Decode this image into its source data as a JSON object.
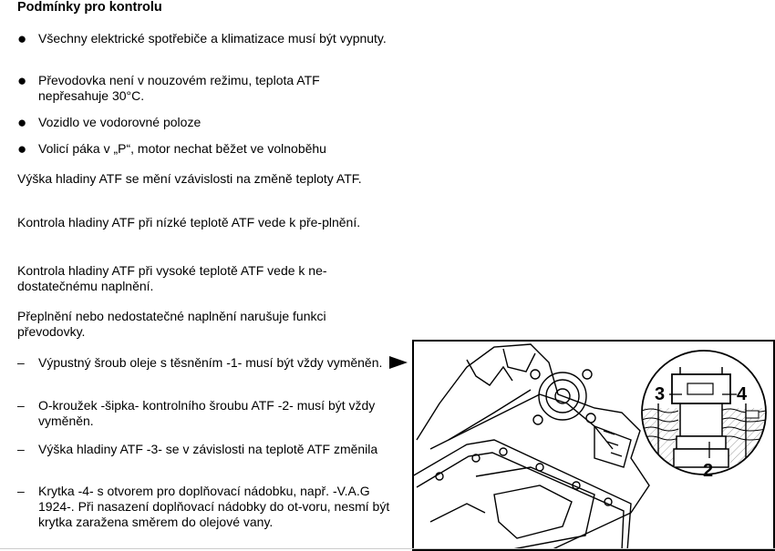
{
  "heading": "Podmínky pro kontrolu",
  "conditions": [
    "Všechny elektrické spotřebiče a klimatizace musí být vypnuty.",
    "Převodovka není v nouzovém režimu, teplota ATF nepřesahuje 30°C.",
    "Vozidlo ve vodorovné poloze",
    "Volicí páka v „P“, motor nechat běžet ve volnoběhu"
  ],
  "paragraphs": [
    "Výška hladiny ATF se mění vzávislosti na změně teploty ATF.",
    "Kontrola hladiny ATF při nízké teplotě ATF vede k pře-plnění.",
    "Kontrola hladiny ATF při vysoké teplotě ATF vede k ne-dostatečnému naplnění.",
    "Přeplnění nebo nedostatečné naplnění narušuje funkci převodovky."
  ],
  "notes": [
    "Výpustný šroub oleje s těsněním -1- musí být vždy vyměněn.",
    "O-kroužek -šipka- kontrolního šroubu ATF -2- musí být vždy vyměněn.",
    "Výška hladiny ATF -3- se v závislosti na teplotě ATF změnila",
    "Krytka -4- s otvorem pro doplňovací nádobku, např. -V.A.G 1924-. Při nasazení doplňovací nádobky do ot-voru, nesmí být krytka zaražena směrem do olejové vany."
  ],
  "figure": {
    "callouts": [
      "3",
      "4",
      "2"
    ]
  }
}
